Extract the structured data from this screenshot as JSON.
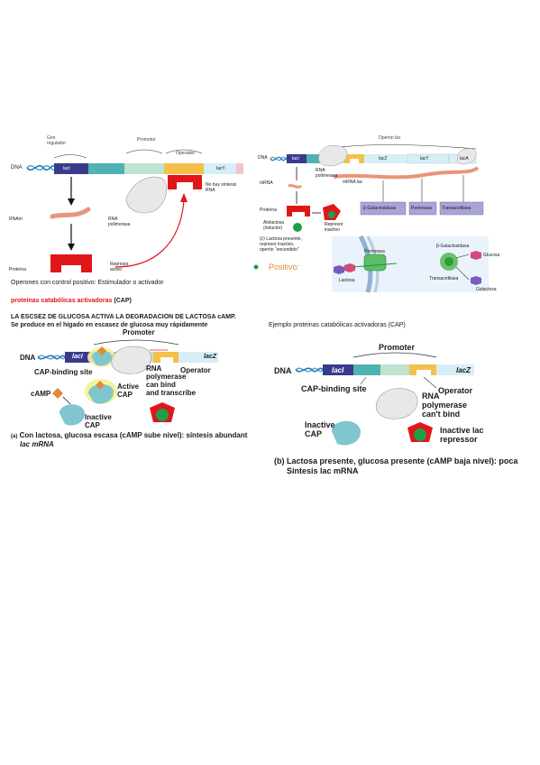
{
  "panel1": {
    "gene_label": "Gen\nregulador",
    "promoter_label": "Promotor",
    "operator_label": "Operador",
    "dna_label": "DNA",
    "gene_box_label": "lacI",
    "rnam_label": "RNAm",
    "protein_label": "Proteína",
    "rna_pol_label": "RNA\npolimerasa",
    "no_synthesis_label": "No hay síntesis\nRNA",
    "repressor_label": "Represor\nactivo",
    "end_label": "lacY",
    "caption": "Operones con control positivo:  Estimulador o activador"
  },
  "panel2": {
    "operon_label": "Operón lac",
    "dna_label": "DNA",
    "laci_label": "lacI",
    "lacz_label": "lacZ",
    "lacy_label": "lacY",
    "laca_label": "lacA",
    "rna_pol_label": "RNA\npolimerasa",
    "mrna_label": "mRNA",
    "mrna_lac_label": "mRNA lac",
    "protein_label": "Proteína",
    "allolactose_label": "Alolactosa\n(inductor)",
    "inactive_repressor_label": "Represor\ninactivo",
    "caption_c": "(c) Lactosa presente,\nrepresor inactivo,\noperón \"encendido\"",
    "enzyme1": "β-Galactosidasa",
    "enzyme2": "Permeasa",
    "enzyme3": "Transacetilasa",
    "positive_label": "Positivo:",
    "permease_label": "Permeasa",
    "bgal_label": "β-Galactosidasa",
    "glucose_label": "Glucosa",
    "galactose_label": "Galactosa",
    "lactose_label": "Lactosa",
    "transacetylase_label": "Transacetilasa"
  },
  "middle": {
    "cap_title_red": "proteínas catabólicas activadoras",
    "cap_title_black": " (CAP)",
    "heading1": "LA ESCSEZ DE GLUCOSA ACTIVA LA DEGRADACION DE LACTOSA cAMP.",
    "heading2": "Se produce en el hígado en escasez de glucosa muy rápidamente",
    "heading_right": "Ejemplo proteinas catabólicas activadoras (CAP)"
  },
  "panel3": {
    "promoter_label": "Promoter",
    "dna_label": "DNA",
    "laci_label": "lacI",
    "lacz_label": "lacZ",
    "cap_site_label": "CAP-binding site",
    "rna_pol_label": "RNA\npolymerase\ncan bind\nand transcribe",
    "operator_label": "Operator",
    "camp_label": "cAMP",
    "active_cap_label": "Active\nCAP",
    "inactive_cap_label": "Inactive\nCAP",
    "caption_a_prefix": "(a)",
    "caption_a_line1": "Con lactosa,  glucosa escasa (cAMP sube nivel): síntesis abundant",
    "caption_a_line2": "lac mRNA"
  },
  "panel4": {
    "promoter_label": "Promoter",
    "dna_label": "DNA",
    "laci_label": "lacI",
    "lacz_label": "lacZ",
    "cap_site_label": "CAP-binding site",
    "operator_label": "Operator",
    "rna_pol_label": "RNA\npolymerase\ncan't bind",
    "inactive_cap_label": "Inactive\nCAP",
    "inactive_rep_label": "Inactive lac\nrepressor",
    "caption_b_line1": "(b) Lactosa presente, glucosa presente (cAMP  baja nivel): poca",
    "caption_b_line2": "Síntesis  lac mRNA"
  },
  "colors": {
    "dna_blue": "#3a3a8c",
    "teal": "#4fb3b3",
    "promoter_green": "#bfe3cf",
    "operator_yellow": "#f5c04a",
    "light_blue": "#d6eef8",
    "pink": "#f2c7c7",
    "repressor_red": "#e0161b",
    "rna_salmon": "#e9957a",
    "enzyme_purple": "#a7a4d8",
    "cap_teal": "#7fc6cf",
    "green_ball": "#1f9e4a",
    "orange": "#e08a3c"
  }
}
